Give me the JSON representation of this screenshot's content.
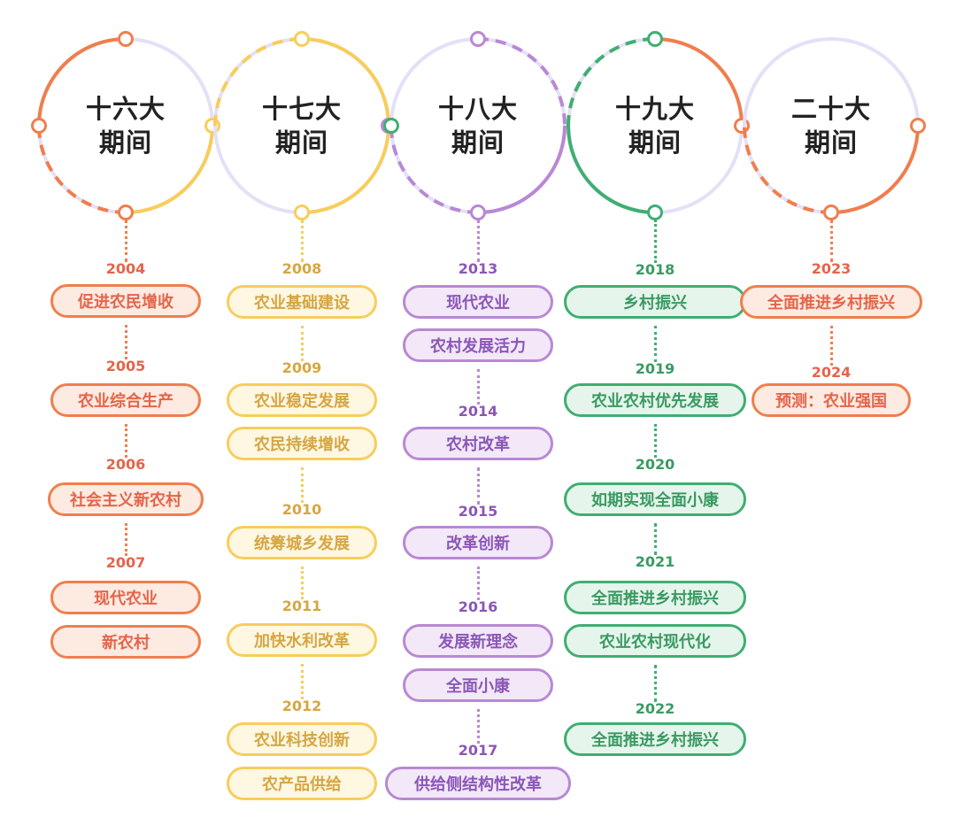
{
  "colors": {
    "orange": "#f07e4d",
    "yellow": "#f7cd5b",
    "purple": "#b988d4",
    "green": "#3fae72",
    "lavender": "#e4e0f7"
  },
  "periods": [
    {
      "id": "p16",
      "title_line1": "十六大",
      "title_line2": "期间",
      "color": "orange",
      "text_color": "#e5644a",
      "fill": "#fdebe1",
      "entries": [
        {
          "year": "2004",
          "items": [
            "促进农民增收"
          ]
        },
        {
          "year": "2005",
          "items": [
            "农业综合生产"
          ]
        },
        {
          "year": "2006",
          "items": [
            "社会主义新农村"
          ]
        },
        {
          "year": "2007",
          "items": [
            "现代农业",
            "新农村"
          ]
        }
      ]
    },
    {
      "id": "p17",
      "title_line1": "十七大",
      "title_line2": "期间",
      "color": "yellow",
      "text_color": "#d5a642",
      "fill": "#fef7e2",
      "entries": [
        {
          "year": "2008",
          "items": [
            "农业基础建设"
          ]
        },
        {
          "year": "2009",
          "items": [
            "农业稳定发展",
            "农民持续增收"
          ]
        },
        {
          "year": "2010",
          "items": [
            "统筹城乡发展"
          ]
        },
        {
          "year": "2011",
          "items": [
            "加快水利改革"
          ]
        },
        {
          "year": "2012",
          "items": [
            "农业科技创新",
            "农产品供给"
          ]
        }
      ]
    },
    {
      "id": "p18",
      "title_line1": "十八大",
      "title_line2": "期间",
      "color": "purple",
      "text_color": "#8b57b6",
      "fill": "#f2e8f8",
      "entries": [
        {
          "year": "2013",
          "items": [
            "现代农业",
            "农村发展活力"
          ]
        },
        {
          "year": "2014",
          "items": [
            "农村改革"
          ]
        },
        {
          "year": "2015",
          "items": [
            "改革创新"
          ]
        },
        {
          "year": "2016",
          "items": [
            "发展新理念",
            "全面小康"
          ]
        },
        {
          "year": "2017",
          "items": [
            "供给侧结构性改革"
          ]
        }
      ]
    },
    {
      "id": "p19",
      "title_line1": "十九大",
      "title_line2": "期间",
      "color": "green",
      "text_color": "#3a9a62",
      "fill": "#e6f5ec",
      "entries": [
        {
          "year": "2018",
          "items": [
            "乡村振兴"
          ]
        },
        {
          "year": "2019",
          "items": [
            "农业农村优先发展"
          ]
        },
        {
          "year": "2020",
          "items": [
            "如期实现全面小康"
          ]
        },
        {
          "year": "2021",
          "items": [
            "全面推进乡村振兴",
            "农业农村现代化"
          ]
        },
        {
          "year": "2022",
          "items": [
            "全面推进乡村振兴"
          ]
        }
      ]
    },
    {
      "id": "p20",
      "title_line1": "二十大",
      "title_line2": "期间",
      "color": "orange",
      "text_color": "#e5644a",
      "fill": "#fdebe1",
      "entries": [
        {
          "year": "2023",
          "items": [
            "全面推进乡村振兴"
          ]
        },
        {
          "year": "2024",
          "items": [
            "预测：农业强国"
          ]
        }
      ]
    }
  ]
}
